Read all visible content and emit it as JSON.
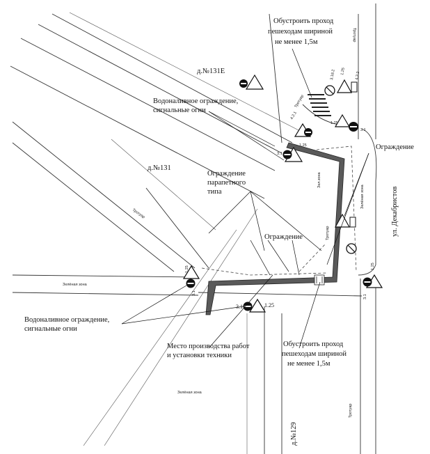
{
  "colors": {
    "background": "#ffffff",
    "fence": "#5a5a5a",
    "fence_outline": "#222222",
    "line": "#333333"
  },
  "buildings": {
    "b131e": "д.№131Е",
    "b131": "д.№131",
    "b129": "д.№129"
  },
  "streets": {
    "dekabristov": "ул. Декабристов"
  },
  "zones": {
    "sidewalk": "Тротуар",
    "green_zone": "Зелёная зона",
    "green_zone_short": "Зел.зона"
  },
  "annotations": {
    "passage_top_line1": "Обустроить проход",
    "passage_top_line2": "пешеходам шириной",
    "passage_top_line3": "не менее 1,5м",
    "water_barrier_top_line1": "Водоналивное ограждение,",
    "water_barrier_top_line2": "сигнальные огни",
    "parapet_line1": "Ограждение",
    "parapet_line2": "парапетного",
    "parapet_line3": "типа",
    "fence_right": "Ограждение",
    "fence_center": "Ограждение",
    "water_barrier_bottom_line1": "Водоналивное ограждение,",
    "water_barrier_bottom_line2": "сигнальные огни",
    "work_place_line1": "Место производства работ",
    "work_place_line2": "и установки техники",
    "passage_bottom_line1": "Обустроить проход",
    "passage_bottom_line2": "пешеходам шириной",
    "passage_bottom_line3": "не менее 1,5м"
  },
  "sign_codes": {
    "s3_1": "3.1",
    "s1_25": "1.25",
    "s4_2_1": "4.2.1",
    "s3_18_2": "3.18.2",
    "s4_3_2": "4.3.2"
  },
  "icons": {
    "warning_sign": "roadworks-warning-triangle-icon",
    "no_entry_sign": "no-entry-circle-icon",
    "arrow_sign": "direction-arrow-sign-icon",
    "no_turn_sign": "no-turn-circle-icon"
  }
}
